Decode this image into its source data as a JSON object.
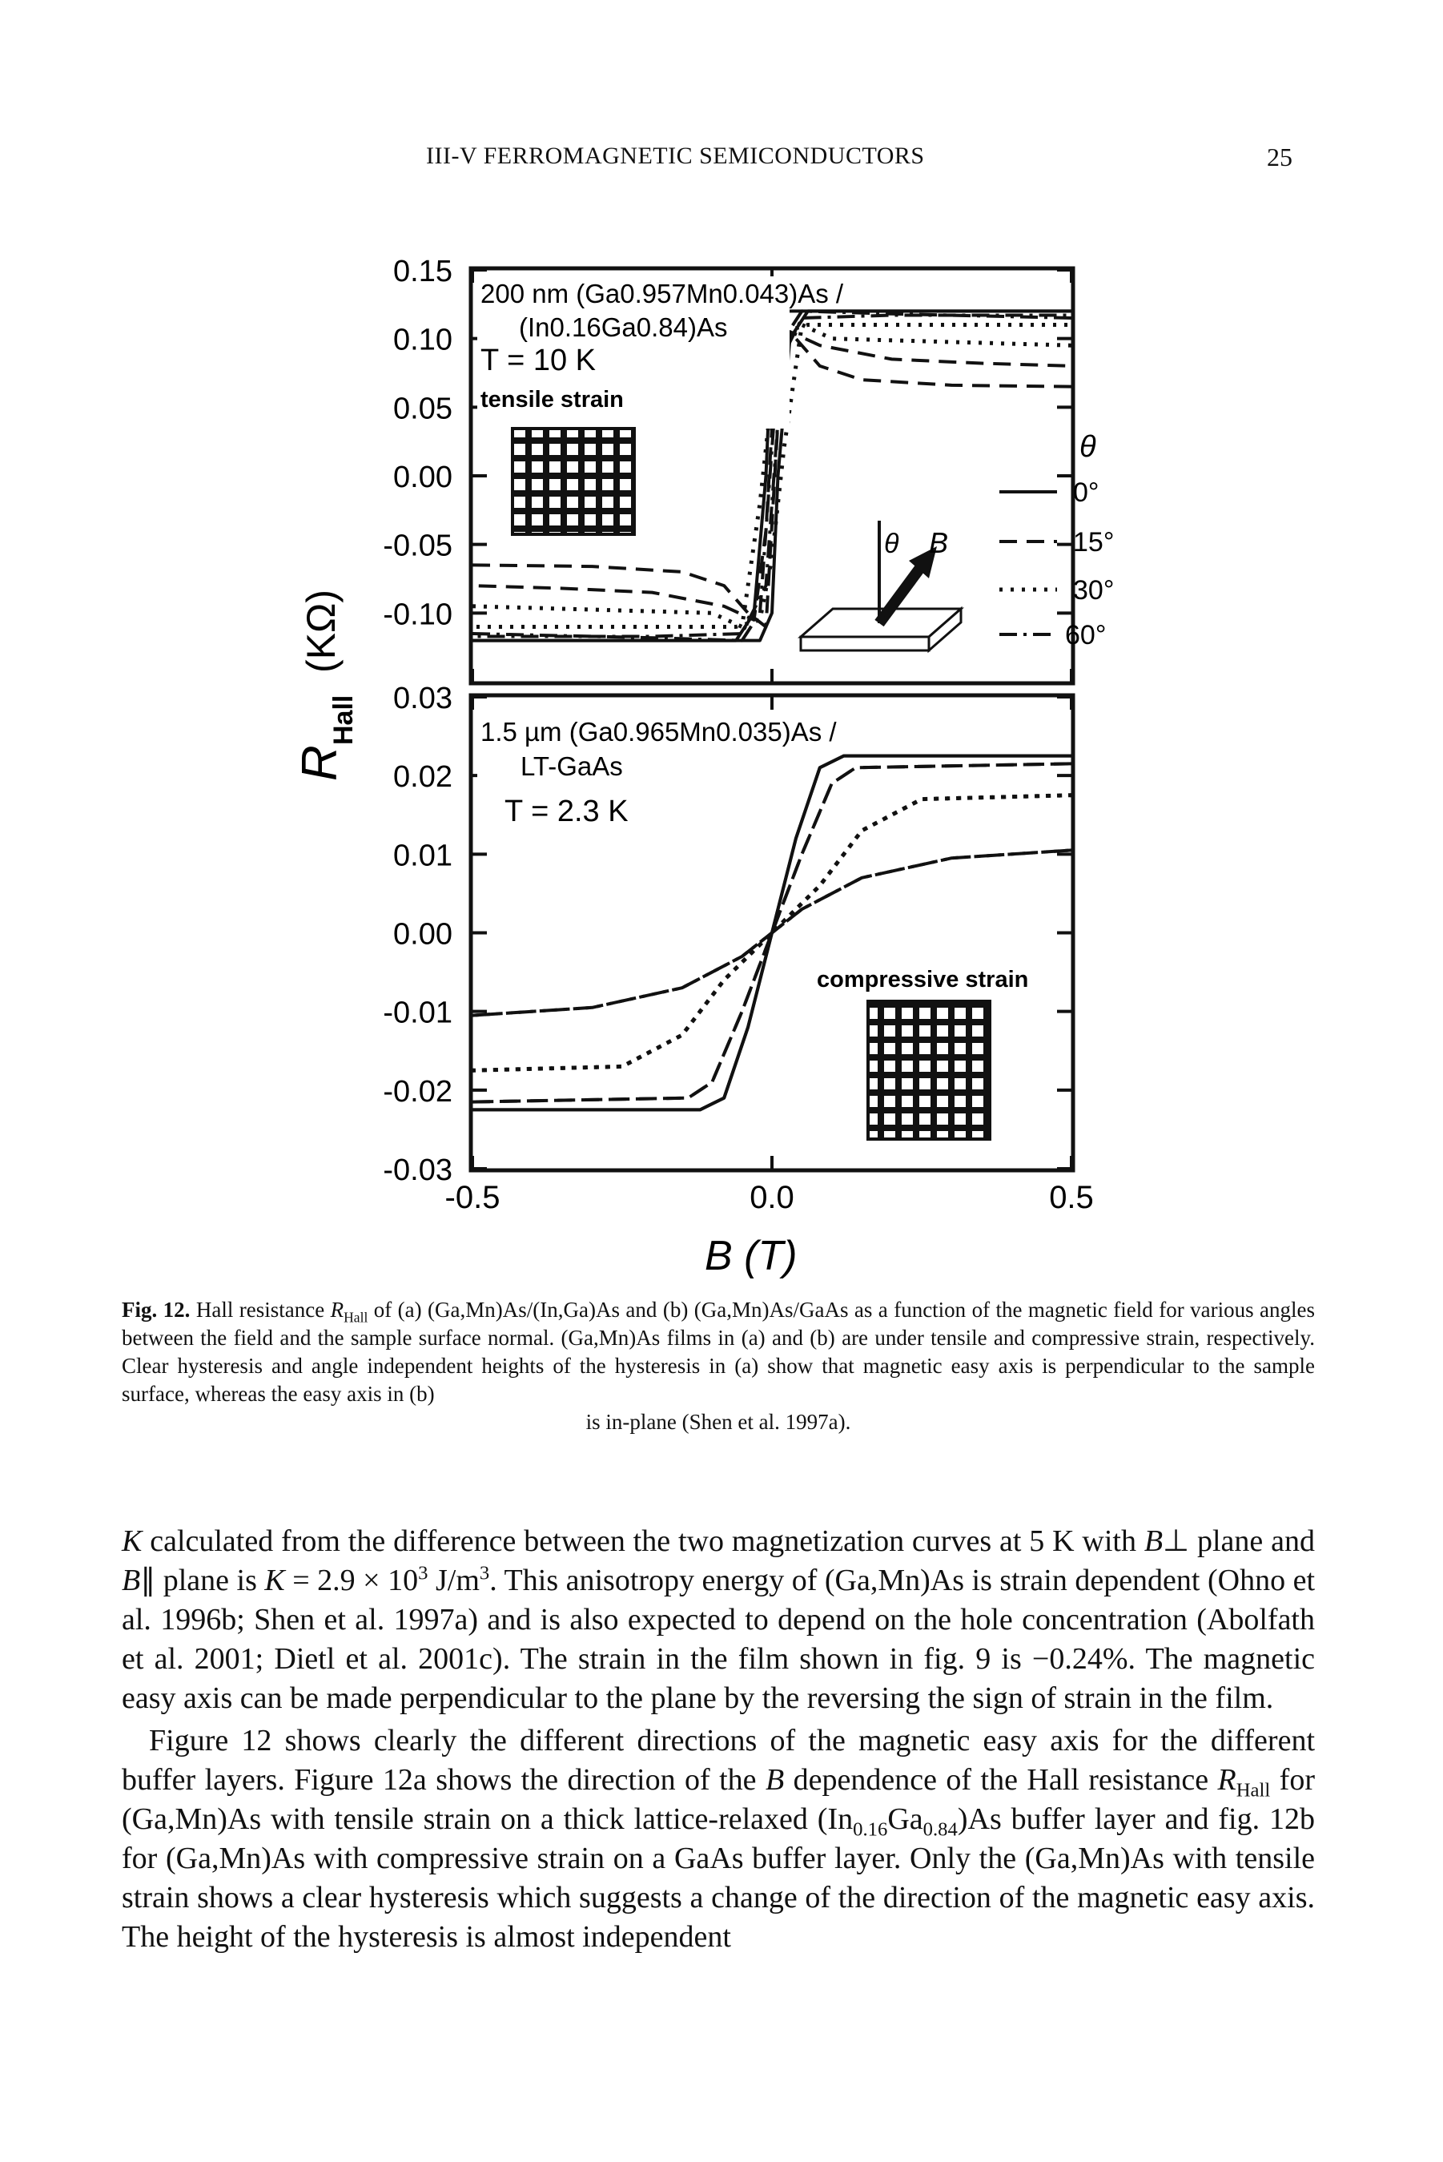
{
  "header": {
    "running_title": "III-V FERROMAGNETIC SEMICONDUCTORS",
    "page_number": "25"
  },
  "figure": {
    "y_axis_label_main": "R",
    "y_axis_label_sub": "Hall",
    "y_axis_unit": "(KΩ)",
    "x_axis_label": "B (T)",
    "legend_title": "θ",
    "legend_entries": [
      "0°",
      "15°",
      "30°",
      "60°"
    ],
    "panel_a": {
      "sample_line1": "200 nm (Ga0.957Mn0.043)As /",
      "sample_line2": "(In0.16Ga0.84)As",
      "temperature": "T = 10 K",
      "strain": "tensile strain",
      "inset_theta": "θ",
      "inset_b": "B"
    },
    "panel_b": {
      "sample_line1": "1.5 µm (Ga0.965Mn0.035)As /",
      "sample_line2": "LT-GaAs",
      "temperature": "T = 2.3 K",
      "strain": "compressive strain"
    }
  },
  "chart_data": [
    {
      "type": "line",
      "panel": "a",
      "xlim": [
        -0.5,
        0.5
      ],
      "ylim": [
        -0.15,
        0.15
      ],
      "xticks": [
        "-0.5",
        "0.0",
        "0.5"
      ],
      "yticks": [
        "0.15",
        "0.10",
        "0.05",
        "0.00",
        "-0.05",
        "-0.10"
      ],
      "series": [
        {
          "name": "0°",
          "x": [
            -0.5,
            -0.06,
            -0.03,
            -0.01,
            0.0,
            0.02,
            0.05,
            0.5
          ],
          "y": [
            -0.12,
            -0.12,
            -0.1,
            0.0,
            0.1,
            0.12,
            0.12,
            0.12
          ]
        },
        {
          "name": "15°",
          "x": [
            -0.5,
            -0.3,
            -0.15,
            -0.08,
            -0.04,
            -0.01,
            0.01,
            0.03,
            0.08,
            0.2,
            0.35,
            0.5
          ],
          "y": [
            -0.065,
            -0.066,
            -0.07,
            -0.08,
            -0.1,
            -0.11,
            0.04,
            0.105,
            0.095,
            0.085,
            0.082,
            0.08
          ]
        },
        {
          "name": "30°",
          "x": [
            -0.5,
            -0.1,
            -0.05,
            -0.02,
            0.0,
            0.02,
            0.06,
            0.5
          ],
          "y": [
            -0.095,
            -0.1,
            -0.11,
            -0.02,
            0.06,
            0.105,
            0.11,
            0.11
          ]
        },
        {
          "name": "60°",
          "x": [
            -0.5,
            -0.2,
            -0.05,
            -0.02,
            0.01,
            0.05,
            0.2,
            0.5
          ],
          "y": [
            -0.115,
            -0.118,
            -0.12,
            -0.1,
            0.08,
            0.115,
            0.117,
            0.117
          ]
        }
      ]
    },
    {
      "type": "line",
      "panel": "b",
      "xlim": [
        -0.5,
        0.5
      ],
      "ylim": [
        -0.03,
        0.03
      ],
      "xticks": [
        "-0.5",
        "0.0",
        "0.5"
      ],
      "yticks": [
        "0.03",
        "0.02",
        "0.01",
        "0.00",
        "-0.01",
        "-0.02",
        "-0.03"
      ],
      "series": [
        {
          "name": "0°",
          "x": [
            -0.5,
            -0.12,
            -0.08,
            -0.04,
            0.0,
            0.04,
            0.08,
            0.12,
            0.5
          ],
          "y": [
            -0.0225,
            -0.0225,
            -0.021,
            -0.012,
            0.0,
            0.012,
            0.021,
            0.0225,
            0.0225
          ]
        },
        {
          "name": "15°",
          "x": [
            -0.5,
            -0.14,
            -0.1,
            -0.05,
            0.0,
            0.05,
            0.1,
            0.14,
            0.5
          ],
          "y": [
            -0.0215,
            -0.021,
            -0.019,
            -0.01,
            0.0,
            0.01,
            0.019,
            0.021,
            0.0215
          ]
        },
        {
          "name": "30°",
          "x": [
            -0.5,
            -0.25,
            -0.15,
            -0.08,
            0.0,
            0.08,
            0.15,
            0.25,
            0.5
          ],
          "y": [
            -0.0175,
            -0.017,
            -0.013,
            -0.006,
            0.0,
            0.006,
            0.013,
            0.017,
            0.0175
          ]
        },
        {
          "name": "60°",
          "x": [
            -0.5,
            -0.3,
            -0.15,
            -0.05,
            0.0,
            0.05,
            0.15,
            0.3,
            0.5
          ],
          "y": [
            -0.0105,
            -0.0095,
            -0.007,
            -0.003,
            0.0,
            0.003,
            0.007,
            0.0095,
            0.0105
          ]
        }
      ]
    }
  ],
  "caption": {
    "label": "Fig. 12.",
    "text_1": "Hall resistance ",
    "r_symbol": "R",
    "r_sub": "Hall",
    "text_2": " of (a) (Ga,Mn)As/(In,Ga)As and (b) (Ga,Mn)As/GaAs as a function of the magnetic field for various angles between the field and the sample surface normal. (Ga,Mn)As films in (a) and (b) are under tensile and compressive strain, respectively. Clear hysteresis and angle independent heights of the hysteresis in (a) show that magnetic easy axis is perpendicular to the sample surface, whereas the easy axis in (b)",
    "last_line": "is in-plane (Shen et al. 1997a)."
  },
  "body": {
    "p1_a": "K",
    "p1_b": " calculated from the difference between the two magnetization curves at 5 K with ",
    "p1_c": "B",
    "p1_d": "⊥ plane and ",
    "p1_e": "B",
    "p1_f": "∥ plane is ",
    "p1_g": "K",
    "p1_h": " = 2.9 × 10",
    "p1_i": "3",
    "p1_j": " J/m",
    "p1_k": "3",
    "p1_l": ". This anisotropy energy of (Ga,Mn)As is strain dependent (Ohno et al. 1996b; Shen et al. 1997a) and is also expected to depend on the hole concentration (Abolfath et al. 2001; Dietl et al. 2001c). The strain in the film shown in fig. 9 is −0.24%. The magnetic easy axis can be made perpendicular to the plane by the reversing the sign of strain in the film.",
    "p2_a": "Figure 12 shows clearly the different directions of the magnetic easy axis for the different buffer layers. Figure 12a shows the direction of the ",
    "p2_b": "B",
    "p2_c": " dependence of the Hall resistance ",
    "p2_d": "R",
    "p2_e": "Hall",
    "p2_f": " for (Ga,Mn)As with tensile strain on a thick lattice-relaxed (In",
    "p2_g": "0.16",
    "p2_h": "Ga",
    "p2_i": "0.84",
    "p2_j": ")As buffer layer and fig. 12b for (Ga,Mn)As with compressive strain on a GaAs buffer layer. Only the (Ga,Mn)As with tensile strain shows a clear hysteresis which suggests a change of the direction of the magnetic easy axis. The height of the hysteresis is almost independent"
  }
}
